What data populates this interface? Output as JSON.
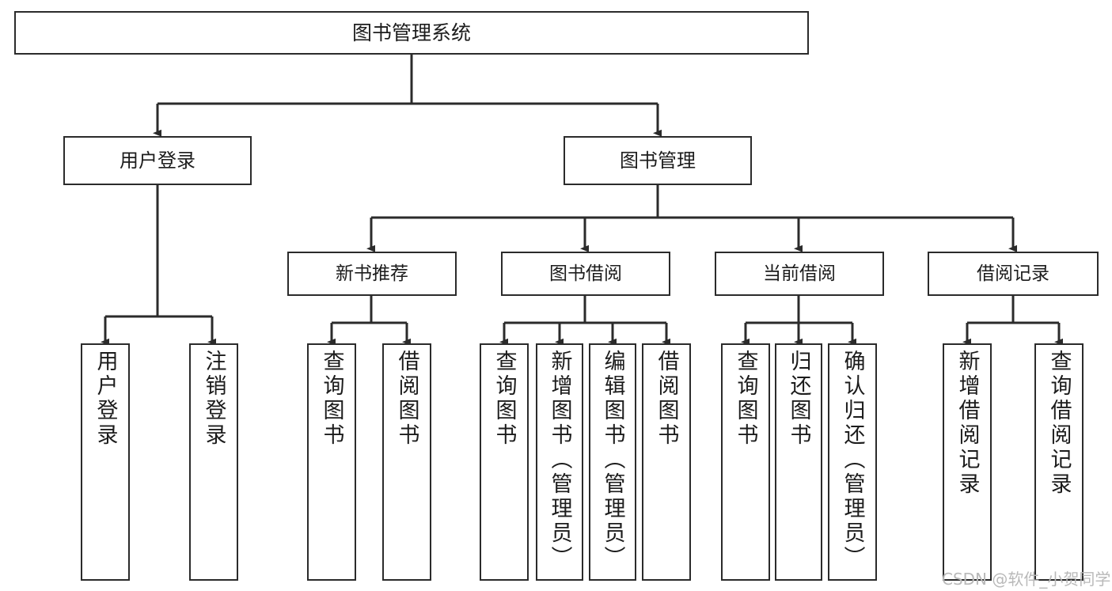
{
  "diagram": {
    "title": "图书管理系统",
    "type": "tree-hierarchy-chart",
    "colors": {
      "box_border": "#2b2b2b",
      "box_fill": "#ffffff",
      "edge": "#2b2b2b",
      "text": "#1c1c1c",
      "watermark": "#b9b9b9",
      "background": "#ffffff"
    },
    "root": {
      "id": "root",
      "label": "图书管理系统"
    },
    "level2": [
      {
        "id": "user-login",
        "label": "用户登录"
      },
      {
        "id": "book-manage",
        "label": "图书管理"
      }
    ],
    "level3": [
      {
        "id": "new-book-recommend",
        "label": "新书推荐",
        "parent": "book-manage"
      },
      {
        "id": "book-borrow",
        "label": "图书借阅",
        "parent": "book-manage"
      },
      {
        "id": "current-borrow",
        "label": "当前借阅",
        "parent": "book-manage"
      },
      {
        "id": "borrow-record",
        "label": "借阅记录",
        "parent": "book-manage"
      }
    ],
    "leaves": [
      {
        "id": "leaf-user-login",
        "label": "用户登录",
        "parent": "user-login"
      },
      {
        "id": "leaf-logout",
        "label": "注销登录",
        "parent": "user-login"
      },
      {
        "id": "leaf-query-book-1",
        "label": "查询图书",
        "parent": "new-book-recommend"
      },
      {
        "id": "leaf-borrow-book-1",
        "label": "借阅图书",
        "parent": "new-book-recommend"
      },
      {
        "id": "leaf-query-book-2",
        "label": "查询图书",
        "parent": "book-borrow"
      },
      {
        "id": "leaf-add-book",
        "label": "新增图书（管理员）",
        "parent": "book-borrow"
      },
      {
        "id": "leaf-edit-book",
        "label": "编辑图书（管理员）",
        "parent": "book-borrow"
      },
      {
        "id": "leaf-borrow-book-2",
        "label": "借阅图书",
        "parent": "book-borrow"
      },
      {
        "id": "leaf-query-book-3",
        "label": "查询图书",
        "parent": "current-borrow"
      },
      {
        "id": "leaf-return-book",
        "label": "归还图书",
        "parent": "current-borrow"
      },
      {
        "id": "leaf-confirm-return",
        "label": "确认归还（管理员）",
        "parent": "current-borrow"
      },
      {
        "id": "leaf-add-record",
        "label": "新增借阅记录",
        "parent": "borrow-record"
      },
      {
        "id": "leaf-query-record",
        "label": "查询借阅记录",
        "parent": "borrow-record"
      }
    ]
  },
  "watermark": {
    "text": "CSDN @软件_小贺同学"
  }
}
